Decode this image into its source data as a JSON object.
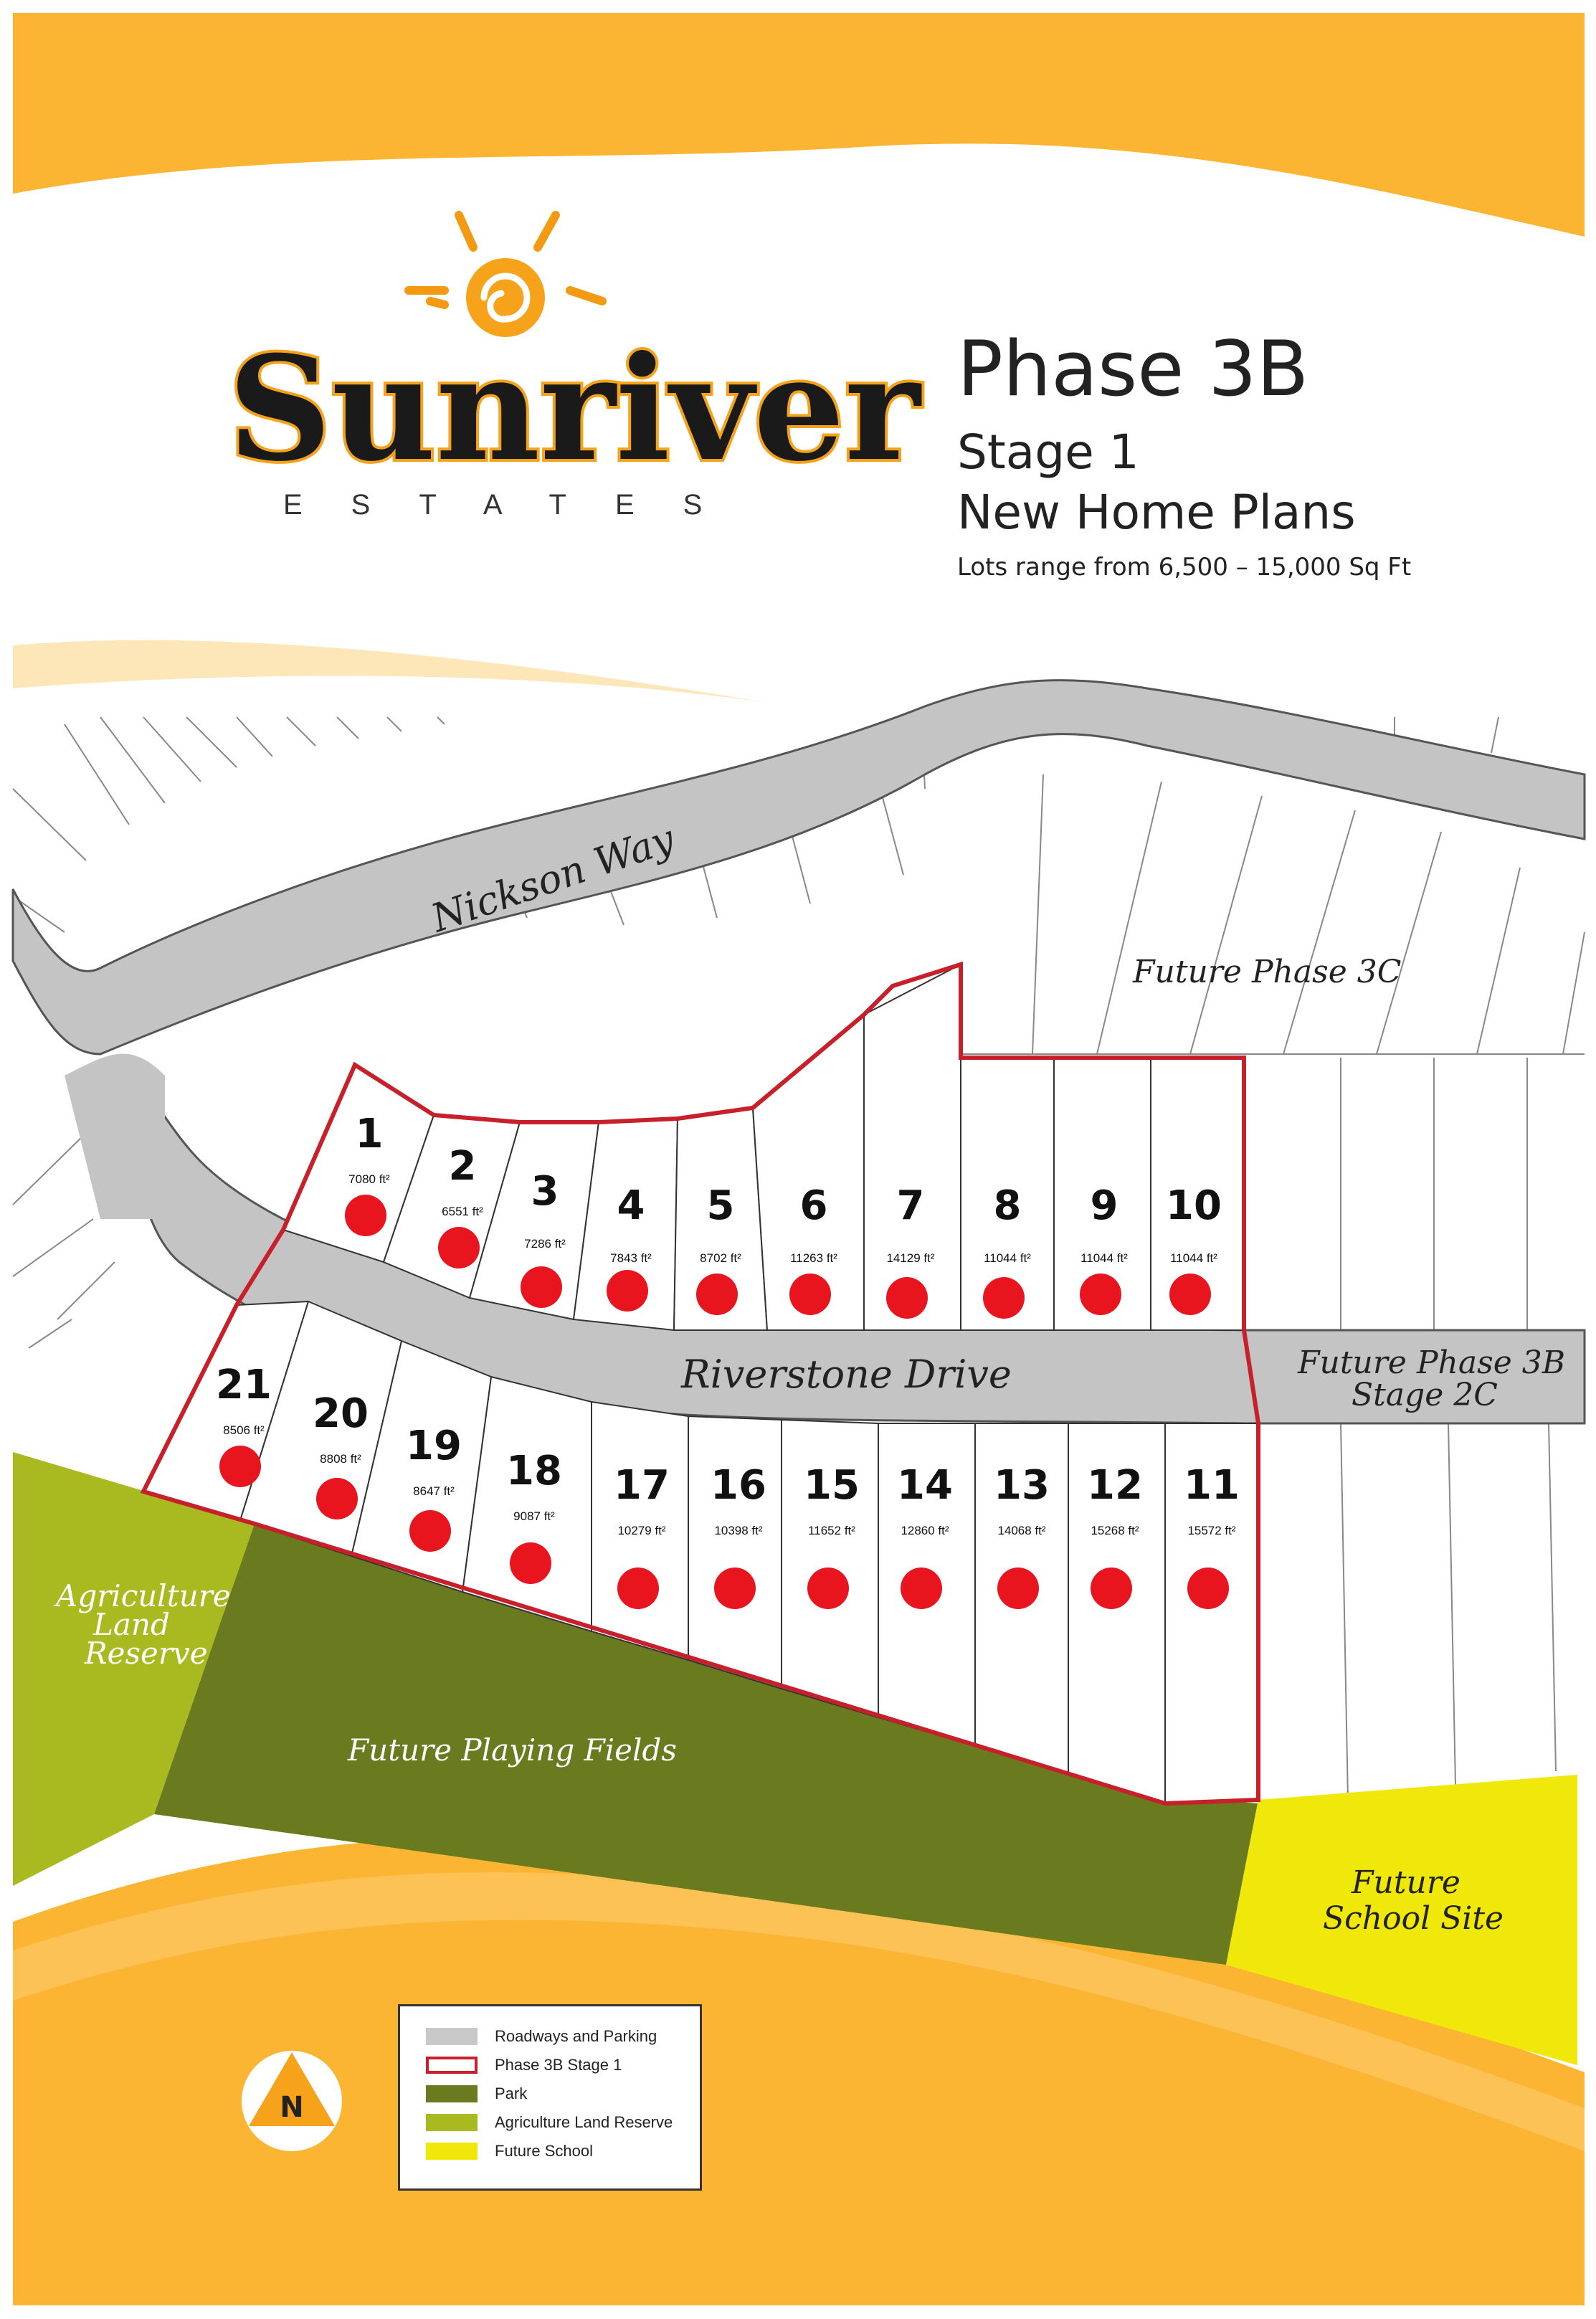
{
  "logo": {
    "name": "Sunriver",
    "subtitle": "ESTATES"
  },
  "title": {
    "phase": "Phase 3B",
    "stage": "Stage 1",
    "plans": "New Home Plans",
    "range": "Lots range from 6,500 – 15,000 Sq Ft"
  },
  "streets": {
    "nickson": "Nickson Way",
    "riverstone": "Riverstone Drive"
  },
  "areas": {
    "future_3c": "Future Phase 3C",
    "future_3b_line1": "Future Phase 3B",
    "future_3b_line2": "Stage 2C",
    "alr_line1": "Agriculture",
    "alr_line2": "Land",
    "alr_line3": "Reserve",
    "playing_fields": "Future Playing Fields",
    "school_line1": "Future",
    "school_line2": "School Site"
  },
  "lots": [
    {
      "num": "1",
      "area": "7080 ft²"
    },
    {
      "num": "2",
      "area": "6551 ft²"
    },
    {
      "num": "3",
      "area": "7286 ft²"
    },
    {
      "num": "4",
      "area": "7843 ft²"
    },
    {
      "num": "5",
      "area": "8702 ft²"
    },
    {
      "num": "6",
      "area": "11263 ft²"
    },
    {
      "num": "7",
      "area": "14129 ft²"
    },
    {
      "num": "8",
      "area": "11044 ft²"
    },
    {
      "num": "9",
      "area": "11044 ft²"
    },
    {
      "num": "10",
      "area": "11044 ft²"
    },
    {
      "num": "11",
      "area": "15572 ft²"
    },
    {
      "num": "12",
      "area": "15268 ft²"
    },
    {
      "num": "13",
      "area": "14068 ft²"
    },
    {
      "num": "14",
      "area": "12860 ft²"
    },
    {
      "num": "15",
      "area": "11652 ft²"
    },
    {
      "num": "16",
      "area": "10398 ft²"
    },
    {
      "num": "17",
      "area": "10279 ft²"
    },
    {
      "num": "18",
      "area": "9087 ft²"
    },
    {
      "num": "19",
      "area": "8647 ft²"
    },
    {
      "num": "20",
      "area": "8808 ft²"
    },
    {
      "num": "21",
      "area": "8506 ft²"
    }
  ],
  "north_letter": "N",
  "legend": [
    {
      "label": "Roadways and Parking",
      "color": "#c8c8c8",
      "outline": false
    },
    {
      "label": "Phase 3B  Stage 1",
      "color": "#ffffff",
      "outline": true,
      "outline_color": "#c8202a"
    },
    {
      "label": "Park",
      "color": "#6a7a1e",
      "outline": false
    },
    {
      "label": "Agriculture Land Reserve",
      "color": "#a8ba20",
      "outline": false
    },
    {
      "label": "Future School",
      "color": "#f0e80a",
      "outline": false
    }
  ],
  "colors": {
    "orange": "#fbb532",
    "road": "#c4c4c4",
    "park": "#6a7a1e",
    "alr": "#a8ba20",
    "school": "#f0e80a",
    "boundary": "#c8202a",
    "dot": "#e8141e"
  }
}
